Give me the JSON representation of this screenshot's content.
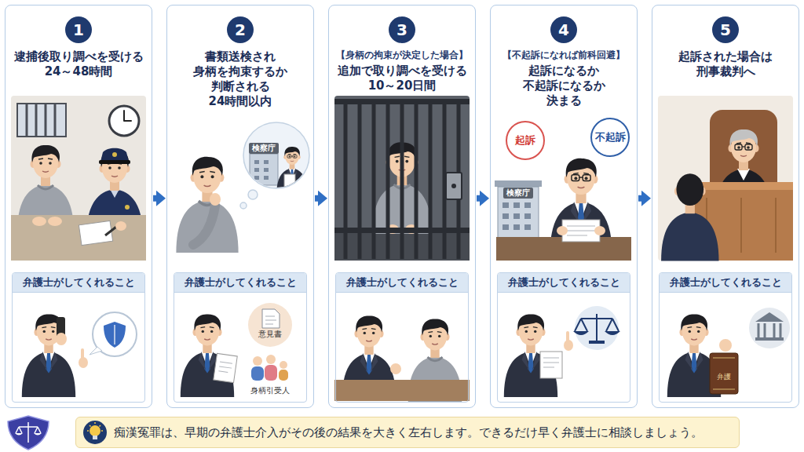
{
  "diagram": {
    "nodes": [
      {
        "text": [
          "逮捕後取り調べを受ける 24～48時間"
        ]
      },
      {
        "text": [
          "1"
        ],
        "in": 0
      },
      {
        "text": [
          "弁護士がしてくれること"
        ],
        "in": 0
      },
      {
        "text": [
          "書類送検され 身柄を拘束するか 判断される 24時間以内"
        ]
      },
      {
        "text": [
          "2"
        ],
        "in": 3
      },
      {
        "text": [
          "弁護士がしてくれること"
        ],
        "in": 3
      },
      {
        "text": [
          "【身柄の拘束が決定した場合】",
          "追加で取り調べを受ける 10～20日間"
        ]
      },
      {
        "text": [
          "3"
        ],
        "in": 6
      },
      {
        "text": [
          "弁護士がしてくれること"
        ],
        "in": 6
      },
      {
        "text": [
          "【不起訴になれば前科回避】",
          "起訴になるか 不起訴になるか 決まる"
        ]
      },
      {
        "text": [
          "4"
        ],
        "in": 9
      },
      {
        "text": [
          "起訴"
        ],
        "in": 9
      },
      {
        "text": [
          "不起訴"
        ],
        "in": 9
      },
      {
        "text": [
          "弁護士がしてくれること"
        ],
        "in": 9
      },
      {
        "text": [
          "起訴された場合は 刑事裁判へ"
        ]
      },
      {
        "text": [
          "5"
        ],
        "in": 14
      },
      {
        "text": [
          "弁護士がしてくれること"
        ],
        "in": 14
      },
      {
        "text": [
          "痴漢冤罪は、早期の弁護士介入がその後の結果を大きく左右します。できるだけ早く弁護士に相談しましょう。"
        ]
      }
    ],
    "edges": [
      {
        "from": 0,
        "to": 3,
        "arrow": "to"
      },
      {
        "from": 3,
        "to": 6,
        "arrow": "to"
      },
      {
        "from": 6,
        "to": 9,
        "arrow": "to"
      },
      {
        "from": 9,
        "to": 14,
        "arrow": "to"
      }
    ],
    "labels": [
      "検察庁",
      "意見書",
      "身柄引受人",
      "検察庁",
      "弁護"
    ]
  }
}
